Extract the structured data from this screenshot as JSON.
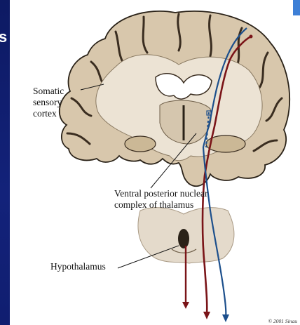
{
  "slide": {
    "side_letter": "s",
    "accent_color": "#3d7fd6",
    "background_color": "#0e1d6b"
  },
  "figure": {
    "labels": {
      "cortex": "Somatic\nsensory\ncortex",
      "ventral_posterior": "Ventral posterior nuclear\ncomplex of thalamus",
      "hypothalamus": "Hypothalamus"
    },
    "copyright": "© 2001 Sinau",
    "colors": {
      "red_pathway": "#7a1418",
      "blue_pathway": "#1c4f8c",
      "brain_tissue": "#d8c7ac",
      "white_matter": "#ece3d4"
    }
  }
}
